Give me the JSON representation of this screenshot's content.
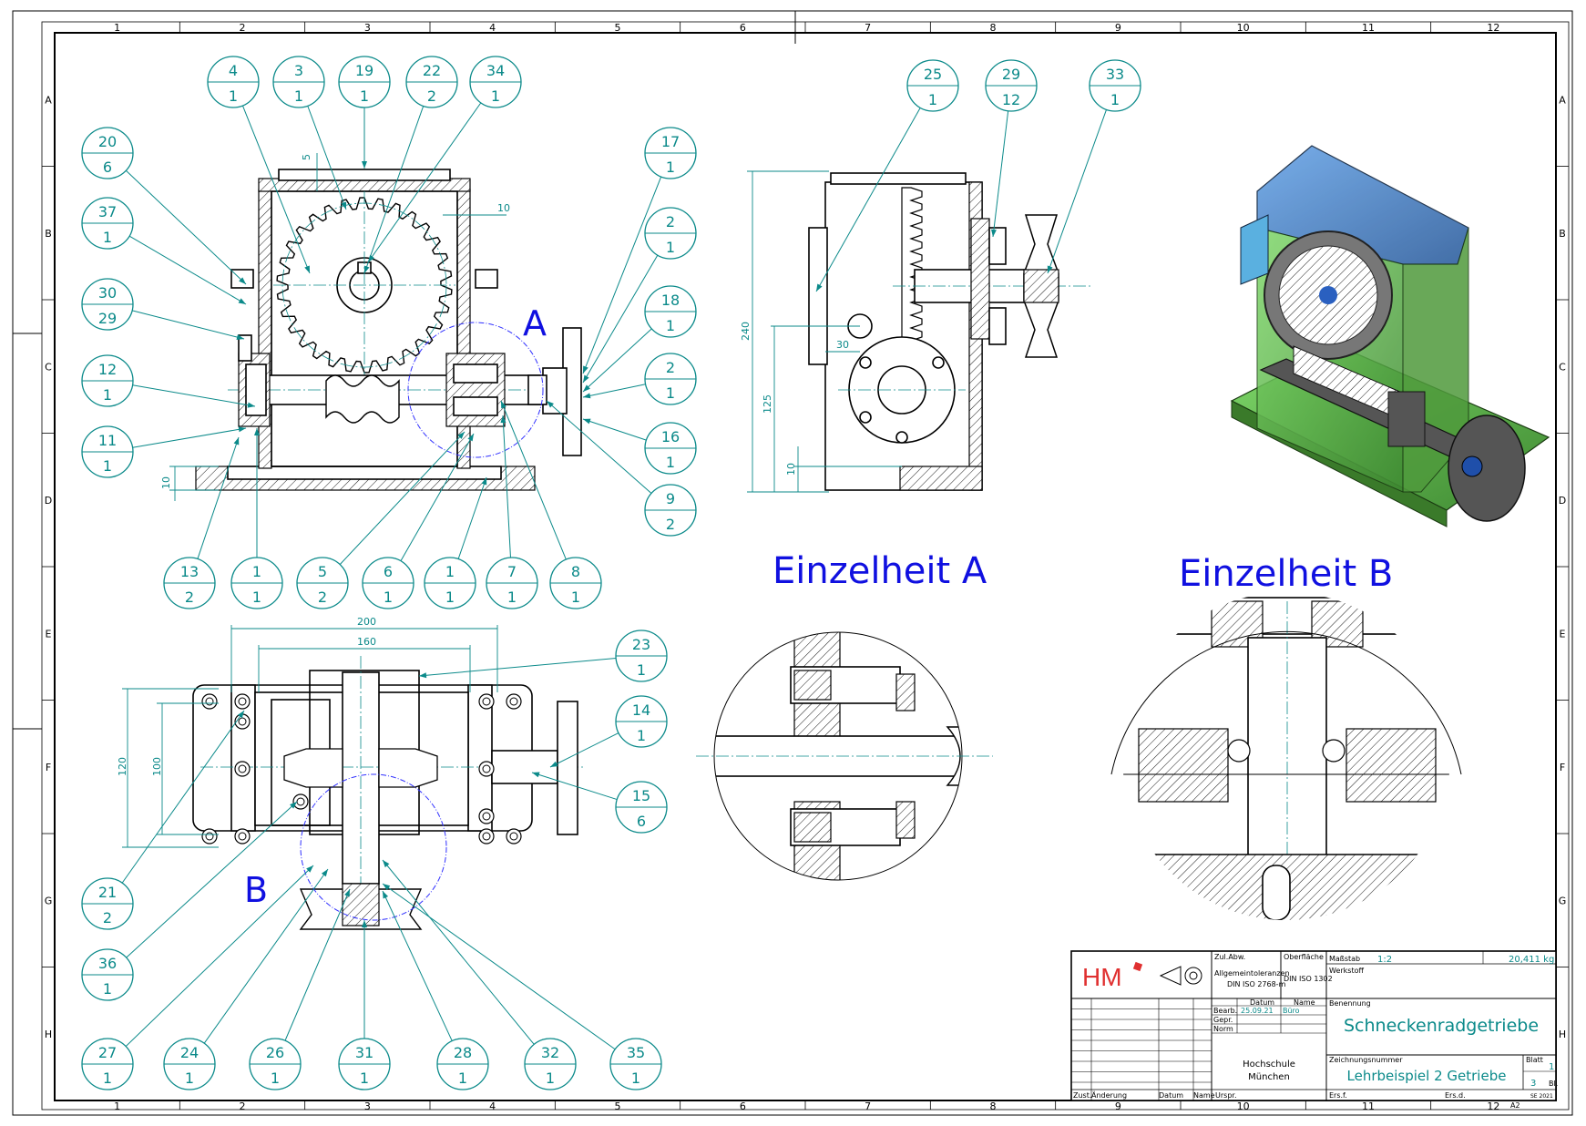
{
  "sheet": {
    "col_numbers": [
      "1",
      "2",
      "3",
      "4",
      "5",
      "6",
      "7",
      "8",
      "9",
      "10",
      "11",
      "12"
    ],
    "row_letters": [
      "A",
      "B",
      "C",
      "D",
      "E",
      "F",
      "G",
      "H"
    ]
  },
  "views": {
    "detail_a_label": "Einzelheit A",
    "detail_b_label": "Einzelheit B",
    "marker_a": "A",
    "marker_b": "B"
  },
  "balloons": [
    {
      "top": "4",
      "bottom": "1"
    },
    {
      "top": "3",
      "bottom": "1"
    },
    {
      "top": "19",
      "bottom": "1"
    },
    {
      "top": "22",
      "bottom": "2"
    },
    {
      "top": "34",
      "bottom": "1"
    },
    {
      "top": "20",
      "bottom": "6"
    },
    {
      "top": "37",
      "bottom": "1"
    },
    {
      "top": "30",
      "bottom": "29"
    },
    {
      "top": "12",
      "bottom": "1"
    },
    {
      "top": "11",
      "bottom": "1"
    },
    {
      "top": "17",
      "bottom": "1"
    },
    {
      "top": "2",
      "bottom": "1"
    },
    {
      "top": "18",
      "bottom": "1"
    },
    {
      "top": "2",
      "bottom": "1"
    },
    {
      "top": "16",
      "bottom": "1"
    },
    {
      "top": "9",
      "bottom": "2"
    },
    {
      "top": "13",
      "bottom": "2"
    },
    {
      "top": "1",
      "bottom": "1"
    },
    {
      "top": "5",
      "bottom": "2"
    },
    {
      "top": "6",
      "bottom": "1"
    },
    {
      "top": "1",
      "bottom": "1"
    },
    {
      "top": "7",
      "bottom": "1"
    },
    {
      "top": "8",
      "bottom": "1"
    },
    {
      "top": "25",
      "bottom": "1"
    },
    {
      "top": "29",
      "bottom": "12"
    },
    {
      "top": "33",
      "bottom": "1"
    },
    {
      "top": "23",
      "bottom": "1"
    },
    {
      "top": "14",
      "bottom": "1"
    },
    {
      "top": "15",
      "bottom": "6"
    },
    {
      "top": "21",
      "bottom": "2"
    },
    {
      "top": "36",
      "bottom": "1"
    },
    {
      "top": "27",
      "bottom": "1"
    },
    {
      "top": "24",
      "bottom": "1"
    },
    {
      "top": "26",
      "bottom": "1"
    },
    {
      "top": "31",
      "bottom": "1"
    },
    {
      "top": "28",
      "bottom": "1"
    },
    {
      "top": "32",
      "bottom": "1"
    },
    {
      "top": "35",
      "bottom": "1"
    }
  ],
  "dimensions": {
    "front_top_5": "5",
    "front_wall_10": "10",
    "front_base_10": "10",
    "side_240": "240",
    "side_125": "125",
    "side_10": "10",
    "side_30": "30",
    "top_200": "200",
    "top_160": "160",
    "top_120": "120",
    "top_100": "100"
  },
  "title_block": {
    "logo": "HM",
    "tolerances_label": "Zul.Abw.",
    "tolerances_value_1": "Allgemeintoleranzen",
    "tolerances_value_2": "DIN ISO 2768-m",
    "surface_label": "Oberfläche",
    "surface_value": "DIN ISO 1302",
    "scale_label": "Maßstab",
    "scale_value": "1:2",
    "weight": "20,411 kg",
    "material_label": "Werkstoff",
    "date_label": "Datum",
    "name_label": "Name",
    "bearb": "Bearb.",
    "gepr": "Gepr.",
    "norm": "Norm",
    "date_value": "25.09.21",
    "name_value": "Büro",
    "designation_label": "Benennung",
    "designation": "Schneckenradgetriebe",
    "school_1": "Hochschule",
    "school_2": "München",
    "drawing_no_label": "Zeichnungsnummer",
    "drawing_no": "Lehrbeispiel 2 Getriebe",
    "sheet_label": "Blatt",
    "sheet_value": "1",
    "sheets_value": "3",
    "sheets_suffix": "Bl.",
    "zust": "Zust.",
    "aenderung": "Änderung",
    "datum2": "Datum",
    "name2": "Name",
    "urspr": "Urspr.",
    "ers_f": "Ers.f.",
    "ers_d": "Ers.d.",
    "format": "A2",
    "footer_tag": "SE 2021"
  },
  "colors": {
    "balloon": "#0b8a8a",
    "detail_label": "#1010e0",
    "logo_red": "#e03030"
  }
}
